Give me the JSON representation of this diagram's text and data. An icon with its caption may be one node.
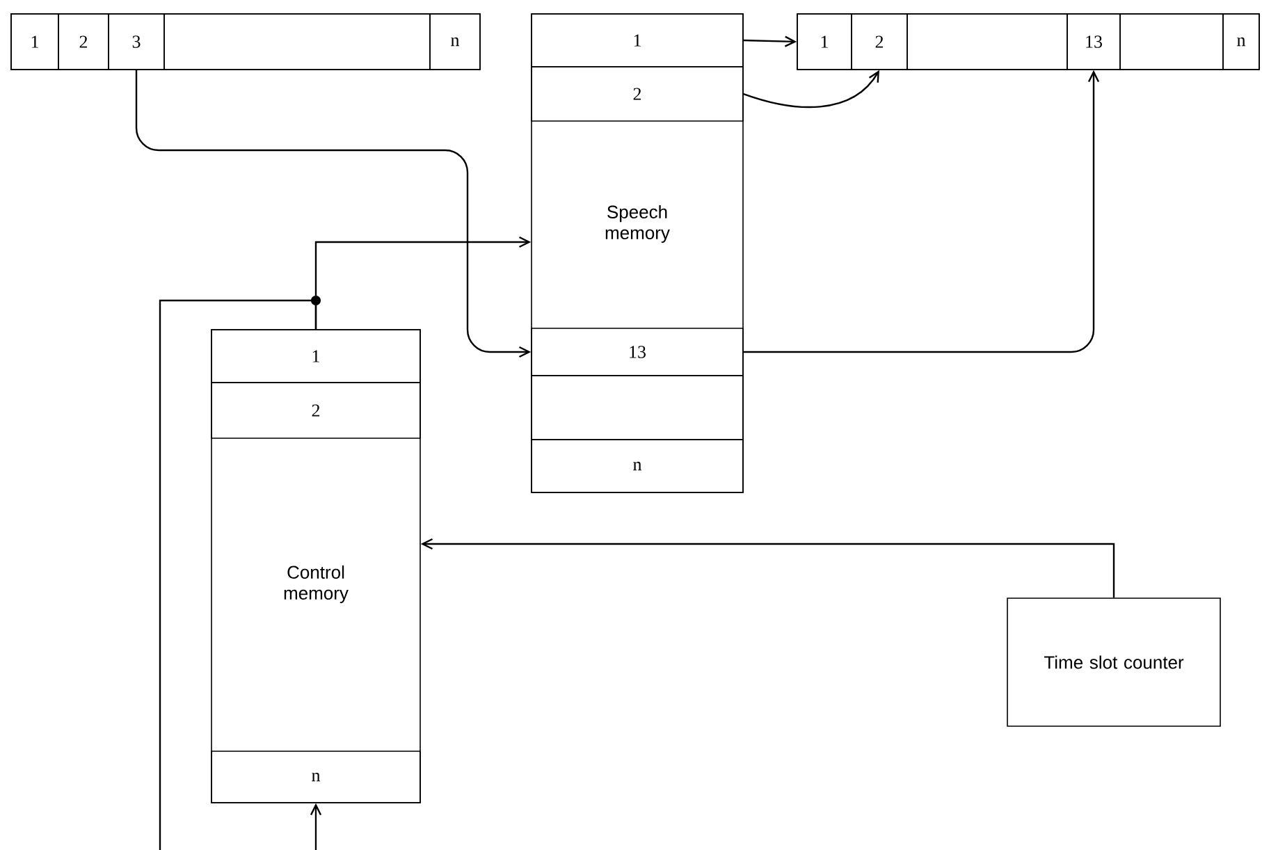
{
  "diagram": {
    "nodes": [
      {
        "text": [],
        "shape": "box"
      },
      {
        "text": [
          "1"
        ],
        "in": 0
      },
      {
        "text": [
          "2"
        ],
        "in": 0
      },
      {
        "text": [
          "3"
        ],
        "in": 0
      },
      {
        "text": [],
        "shape": "box",
        "in": 0
      },
      {
        "text": [
          "n"
        ],
        "in": 0
      },
      {
        "text": [
          "Speech memory"
        ]
      },
      {
        "text": [
          "1"
        ],
        "in": 6
      },
      {
        "text": [
          "2"
        ],
        "in": 6
      },
      {
        "text": [
          "13"
        ],
        "in": 6
      },
      {
        "text": [],
        "shape": "box",
        "in": 6
      },
      {
        "text": [
          "n"
        ],
        "in": 6
      },
      {
        "text": [],
        "shape": "box"
      },
      {
        "text": [
          "1"
        ],
        "in": 12
      },
      {
        "text": [
          "2"
        ],
        "in": 12
      },
      {
        "text": [],
        "shape": "box",
        "in": 12
      },
      {
        "text": [
          "13"
        ],
        "in": 12
      },
      {
        "text": [],
        "shape": "box",
        "in": 12
      },
      {
        "text": [
          "n"
        ],
        "in": 12
      },
      {
        "text": [
          "Control memory"
        ]
      },
      {
        "text": [
          "1"
        ],
        "in": 19
      },
      {
        "text": [
          "2"
        ],
        "in": 19
      },
      {
        "text": [
          "n"
        ],
        "in": 19
      },
      {
        "text": [
          "Time slot counter"
        ]
      }
    ],
    "edges": [
      {
        "from": 3,
        "to": 9,
        "arrow": "to"
      },
      {
        "from": 7,
        "to": 13,
        "arrow": "to"
      },
      {
        "from": 8,
        "to": 14,
        "arrow": "to"
      },
      {
        "from": 9,
        "to": 16,
        "arrow": "to"
      },
      {
        "from": 20,
        "to": 6,
        "arrow": "to"
      },
      {
        "from": 20,
        "to": null,
        "arrow": "none"
      },
      {
        "from": null,
        "to": 22,
        "arrow": "to"
      },
      {
        "from": 23,
        "to": 19,
        "arrow": "to"
      }
    ]
  }
}
